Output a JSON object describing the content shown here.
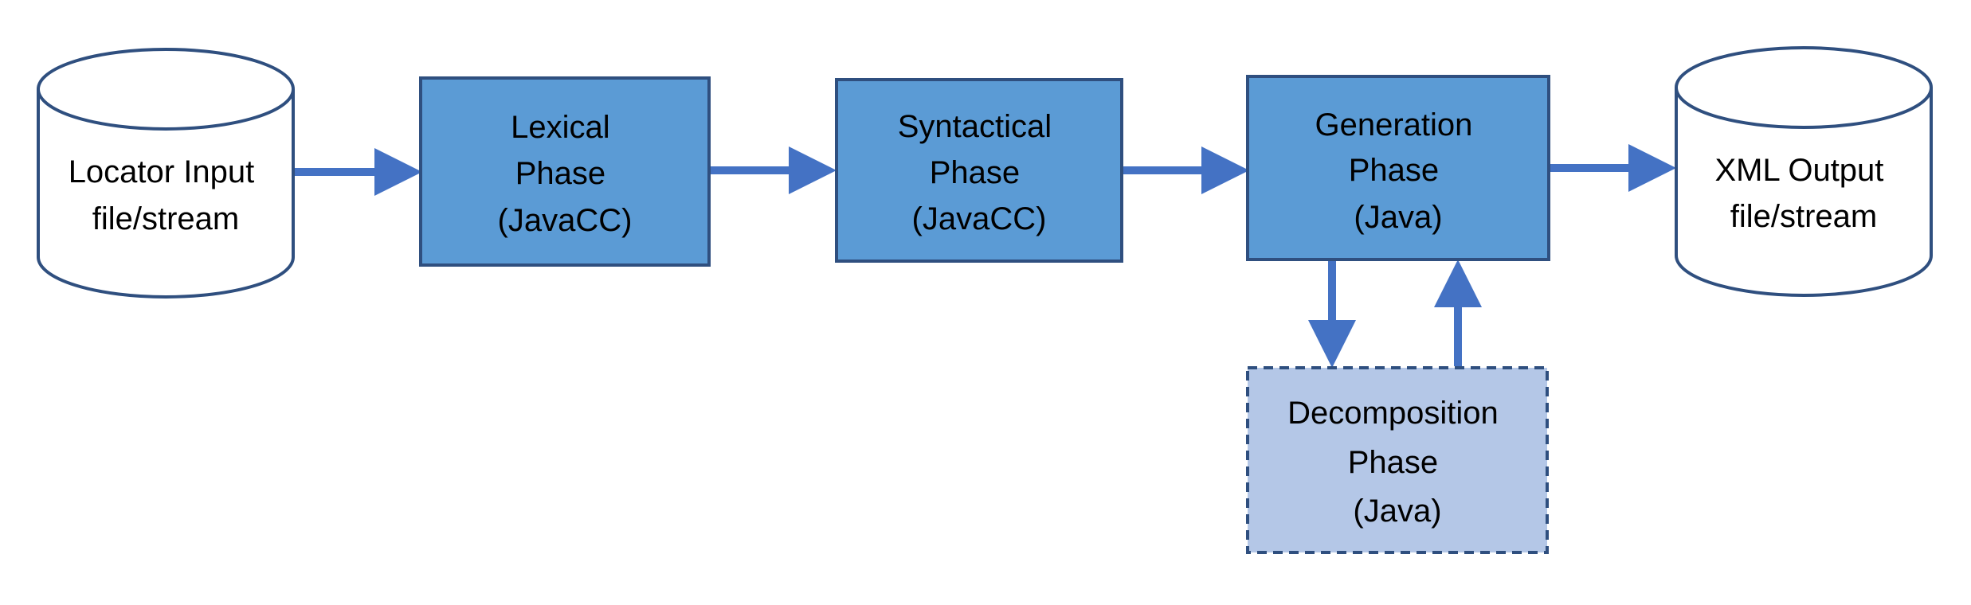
{
  "colors": {
    "box_fill": "#5b9bd5",
    "box_stroke": "#2f4f7f",
    "light_box_fill": "#b4c7e7",
    "arrow": "#4472c4",
    "cylinder_stroke": "#2f4f7f",
    "text": "#000000"
  },
  "nodes": {
    "input_store": {
      "lines": [
        "Locator Input",
        "file/stream"
      ]
    },
    "lexical": {
      "lines": [
        "Lexical",
        "Phase",
        "(JavaCC)"
      ]
    },
    "syntactical": {
      "lines": [
        "Syntactical",
        "Phase",
        "(JavaCC)"
      ]
    },
    "generation": {
      "lines": [
        "Generation",
        "Phase",
        "(Java)"
      ]
    },
    "decomposition": {
      "lines": [
        "Decomposition",
        "Phase",
        "(Java)"
      ]
    },
    "output_store": {
      "lines": [
        "XML Output",
        "file/stream"
      ]
    }
  },
  "edges": [
    {
      "from": "input_store",
      "to": "lexical"
    },
    {
      "from": "lexical",
      "to": "syntactical"
    },
    {
      "from": "syntactical",
      "to": "generation"
    },
    {
      "from": "generation",
      "to": "output_store"
    },
    {
      "from": "generation",
      "to": "decomposition"
    },
    {
      "from": "decomposition",
      "to": "generation"
    }
  ]
}
